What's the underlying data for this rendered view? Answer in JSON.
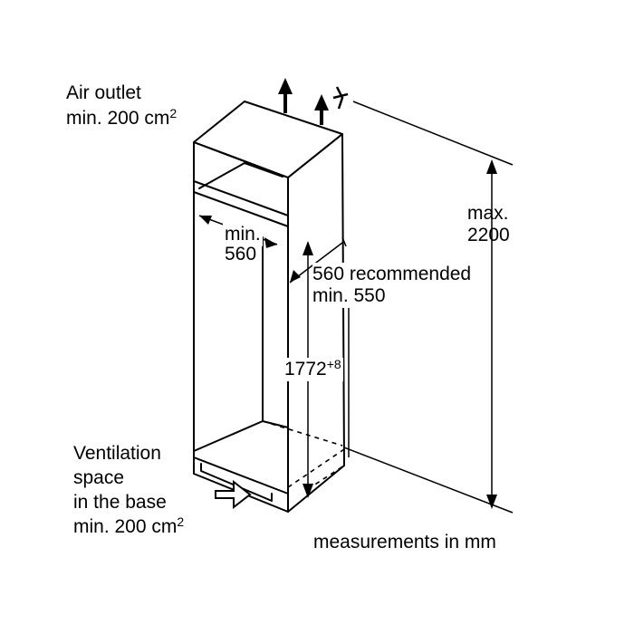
{
  "labels": {
    "air_outlet_title": "Air outlet",
    "air_outlet_value": "min. 200 cm",
    "air_outlet_exp": "2",
    "max_label": "max.",
    "max_value": "2200",
    "min_label": "min.",
    "min_value": "560",
    "depth_recommended": "560 recommended",
    "depth_min": "min. 550",
    "height_value": "1772",
    "height_tolerance": "+8",
    "vent_line1": "Ventilation",
    "vent_line2": "space",
    "vent_line3": "in the base",
    "vent_line4": "min. 200 cm",
    "vent_exp": "2",
    "units": "measurements in mm"
  },
  "colors": {
    "line": "#000000",
    "background": "#ffffff"
  },
  "icons": [
    "up-arrow-icon",
    "right-arrow-icon",
    "tilted-arrow-icon"
  ]
}
